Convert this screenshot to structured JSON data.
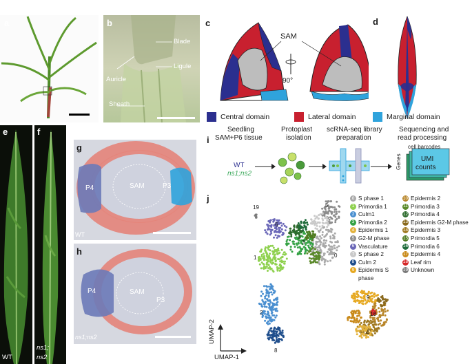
{
  "panels": {
    "a": {
      "label": "a"
    },
    "b": {
      "label": "b",
      "annotations": [
        "Blade",
        "Ligule",
        "Auricle",
        "Sheath"
      ]
    },
    "c": {
      "label": "c",
      "sam": "SAM",
      "rotation": "90°"
    },
    "d": {
      "label": "d"
    },
    "e": {
      "label": "e",
      "genotype": "WT"
    },
    "f": {
      "label": "f",
      "genotype_line1": "ns1;",
      "genotype_line2": "ns2"
    },
    "g": {
      "label": "g",
      "genotype": "WT",
      "p4": "P4",
      "sam": "SAM",
      "p3": "P3"
    },
    "h": {
      "label": "h",
      "genotype": "ns1;ns2",
      "p4": "P4",
      "sam": "SAM",
      "p3": "P3"
    },
    "i": {
      "label": "i",
      "step1_line1": "Seedling",
      "step1_line2": "SAM+P6 tissue",
      "step2_line1": "Protoplast",
      "step2_line2": "isolation",
      "step3_line1": "scRNA-seq library",
      "step3_line2": "preparation",
      "step4_line1": "Sequencing and",
      "step4_line2": "read processing",
      "cell_barcodes": "cell barcodes",
      "genes": "Genes",
      "umi_line1": "UMI",
      "umi_line2": "counts",
      "wt": "WT",
      "mutant": "ns1;ns2"
    },
    "j": {
      "label": "j",
      "axis_x": "UMAP-1",
      "axis_y": "UMAP-2"
    }
  },
  "domain_legend": [
    {
      "label": "Central domain",
      "color": "#2b2f8f"
    },
    {
      "label": "Lateral domain",
      "color": "#c8202f"
    },
    {
      "label": "Marginal domain",
      "color": "#2fa3dc"
    }
  ],
  "clusters": [
    {
      "id": "0",
      "name": "S phase 1",
      "color": "#a9a9a9"
    },
    {
      "id": "1",
      "name": "Primordia 1",
      "color": "#8fd14f"
    },
    {
      "id": "2",
      "name": "Culm1",
      "color": "#4a8fd0"
    },
    {
      "id": "3",
      "name": "Primordia 2",
      "color": "#35a245"
    },
    {
      "id": "4",
      "name": "Epidermis 1",
      "color": "#e3b23c"
    },
    {
      "id": "5",
      "name": "G2-M phase",
      "color": "#8d8d8d"
    },
    {
      "id": "6",
      "name": "Vasculature",
      "color": "#6b68b8"
    },
    {
      "id": "7",
      "name": "S phase 2",
      "color": "#c9c9c9"
    },
    {
      "id": "8",
      "name": "Culm 2",
      "color": "#1f4e8c"
    },
    {
      "id": "9",
      "name": "Epidermis S phase",
      "color": "#e6a820"
    },
    {
      "id": "10",
      "name": "Epidermis 2",
      "color": "#b8862a"
    },
    {
      "id": "11",
      "name": "Primordia 3",
      "color": "#5b8a2a"
    },
    {
      "id": "12",
      "name": "Primordia 4",
      "color": "#2d6b2d"
    },
    {
      "id": "13",
      "name": "Epidermis G2-M phase",
      "color": "#8a6a1e"
    },
    {
      "id": "14",
      "name": "Epidermis 3",
      "color": "#a07a22"
    },
    {
      "id": "15",
      "name": "Primordia 5",
      "color": "#4e7a1f"
    },
    {
      "id": "16",
      "name": "Primordia 6",
      "color": "#1e6b3a"
    },
    {
      "id": "17",
      "name": "Epidermis 4",
      "color": "#c98a1a"
    },
    {
      "id": "18",
      "name": "Leaf rim",
      "color": "#d62728"
    },
    {
      "id": "19",
      "name": "Unknown",
      "color": "#7a7a7a"
    }
  ],
  "umap_labels": [
    "19",
    "5",
    "6",
    "3",
    "0",
    "1",
    "2",
    "8",
    "9",
    "18",
    "4"
  ]
}
